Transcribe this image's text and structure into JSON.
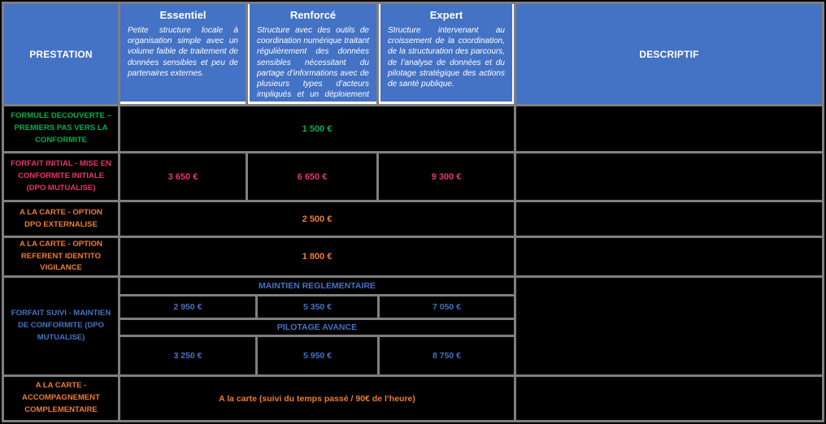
{
  "table": {
    "header": {
      "prestation": "PRESTATION",
      "descriptif": "DESCRIPTIF",
      "tiers": [
        {
          "name": "Essentiel",
          "description": "Petite structure locale à organisation simple avec un volume faible de traitement de données sensibles et peu de partenaires externes."
        },
        {
          "name": "Renforcé",
          "description": "Structure avec des outils de coordination numérique traitant régulièrement des données sensibles nécessitant du partage d’informations avec de plusieurs types d’acteurs impliqués et un déploiement de l’INS"
        },
        {
          "name": "Expert",
          "description": "Structure intervenant au croissement de la coordination, de la structuration des parcours, de l’analyse de données et du pilotage stratégique des actions de santé publique."
        }
      ]
    },
    "rows": [
      {
        "label": "FORMULE DECOUVERTE – PREMIERS PAS VERS LA CONFORMITE",
        "price_all": "1 500 €",
        "color": "#00B050"
      },
      {
        "label": "FORFAIT INITIAL - MISE EN CONFORMITE INITIALE (DPO MUTUALISE)",
        "prices": [
          "3 650 €",
          "6 650 €",
          "9 300 €"
        ],
        "color": "#E8346D"
      },
      {
        "label": "A LA CARTE - OPTION DPO EXTERNALISE",
        "price_all": "2 500 €",
        "color": "#ED7D31"
      },
      {
        "label": "A LA CARTE - OPTION REFERENT IDENTITO VIGILANCE",
        "price_all": "1 800 €",
        "color": "#ED7D31"
      },
      {
        "label": "FORFAIT SUIVI - MAINTIEN DE CONFORMITE (DPO MUTUALISE)",
        "color": "#4472C4",
        "sections": [
          {
            "title": "MAINTIEN REGLEMENTAIRE",
            "prices": [
              "2 950 €",
              "5 350 €",
              "7 050 €"
            ]
          },
          {
            "title": "PILOTAGE AVANCE",
            "prices": [
              "3 250 €",
              "5 950 €",
              "8 750 €"
            ]
          }
        ]
      },
      {
        "label": "A LA CARTE - ACCOMPAGNEMENT COMPLEMENTAIRE",
        "price_all": "A la carte (suivi du temps passé / 90€ de l’heure)",
        "color": "#ED7D31"
      }
    ],
    "colors": {
      "header_bg": "#4472C4",
      "row_bg": "#000000",
      "border": "#7f7f7f",
      "header_text": "#FFFFFF",
      "green": "#00B050",
      "pink": "#E8346D",
      "orange": "#ED7D31",
      "blue": "#4472C4"
    }
  }
}
